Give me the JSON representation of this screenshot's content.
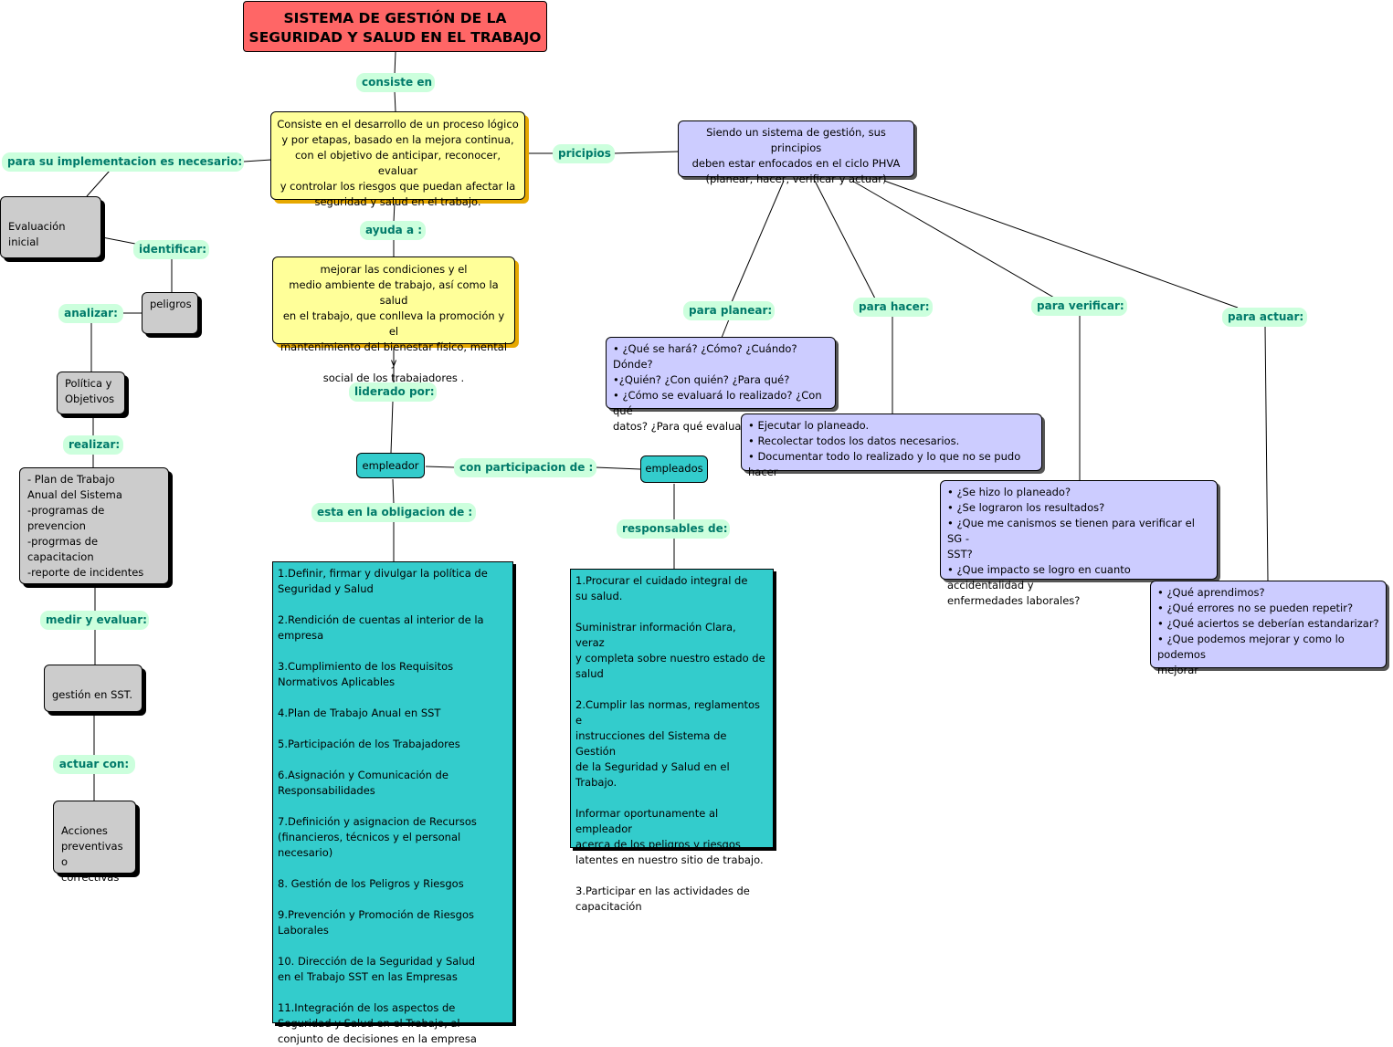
{
  "title": "SISTEMA DE GESTIÓN DE LA\nSEGURIDAD Y SALUD EN EL TRABAJO",
  "nodes": {
    "definition": "Consiste en el desarrollo de un proceso lógico\ny por etapas, basado en la mejora continua,\ncon el objetivo de anticipar, reconocer, evaluar\ny controlar los riesgos que puedan afectar la\nseguridad y salud en el trabajo.",
    "purpose": "mejorar las condiciones y el\nmedio ambiente de trabajo, así como la salud\nen el trabajo, que conlleva la promoción y el\nmantenimiento del bienestar físico, mental y\nsocial de los trabajadores .",
    "principles": "Siendo un sistema de gestión, sus principios\ndeben estar enfocados en el ciclo PHVA\n(planear, hacer, verificar y actuar)",
    "plan": "• ¿Qué se hará? ¿Cómo? ¿Cuándo? Dónde?\n•¿Quién? ¿Con quién? ¿Para qué?\n• ¿Cómo se evaluará lo realizado? ¿Con qué\ndatos? ¿Para qué evaluar?",
    "do": "• Ejecutar lo planeado.\n• Recolectar todos los datos necesarios.\n• Documentar todo lo realizado y lo que no se pudo hacer",
    "verify": "• ¿Se hizo lo planeado?\n• ¿Se lograron los resultados?\n• ¿Que me canismos se tienen para verificar el SG -\nSST?\n• ¿Que impacto se logro en cuanto accidentalidad y\nenfermedades laborales?",
    "act": "• ¿Qué aprendimos?\n• ¿Qué errores no se pueden repetir?\n• ¿Qué aciertos se deberían estandarizar?\n• ¿Que podemos mejorar y como lo podemos\nmejorar",
    "evaluacion": "Evaluación inicial",
    "peligros": "peligros",
    "politica": "Política y\nObjetivos",
    "plan_trabajo": "- Plan de Trabajo\nAnual del Sistema\n-programas de prevencion\n-progrmas de capacitacion\n-reporte de incidentes",
    "gestion": "gestión en SST.",
    "acciones": "Acciones\npreventivas o\ncorrectivas",
    "empleador": "empleador",
    "empleados": "empleados",
    "employer_duties": "1.Definir, firmar y divulgar la política de\nSeguridad y Salud\n\n2.Rendición de cuentas al interior de la\nempresa\n\n3.Cumplimiento de los Requisitos\nNormativos Aplicables\n\n4.Plan de Trabajo Anual en SST\n\n5.Participación de los Trabajadores\n\n6.Asignación y Comunicación de\nResponsabilidades\n\n7.Definición y asignacion de Recursos\n(financieros, técnicos y el personal necesario)\n\n8. Gestión de los Peligros y Riesgos\n\n9.Prevención y Promoción de Riesgos\nLaborales\n\n10. Dirección de la Seguridad y Salud\nen el Trabajo SST en las Empresas\n\n11.Integración de los aspectos de\nSeguridad y Salud en el Trabajo, al\nconjunto de decisiones en la empresa",
    "employee_duties": "1.Procurar el cuidado integral de\nsu salud.\n\nSuministrar información Clara, veraz\ny completa sobre nuestro estado de\nsalud\n\n2.Cumplir las normas, reglamentos e\ninstrucciones del Sistema de Gestión\nde la Seguridad y Salud en el Trabajo.\n\nInformar oportunamente al empleador\nacerca de los peligros y riesgos\nlatentes en nuestro sitio de trabajo.\n\n3.Participar en las actividades de\ncapacitación"
  },
  "links": {
    "consiste_en": "consiste en",
    "implementacion": "para su implementacion es necesario:",
    "principios": "pricipios",
    "ayuda": "ayuda a :",
    "liderado": "liderado por:",
    "participacion": "con participacion de :",
    "obligacion": "esta en la obligacion de :",
    "responsables": "responsables de:",
    "identificar": "identificar:",
    "analizar": "analizar:",
    "realizar": "realizar:",
    "medir": "medir y evaluar:",
    "actuar_con": "actuar con:",
    "planear": "para planear:",
    "hacer": "para hacer:",
    "verificar": "para verificar:",
    "actuar": "para actuar:"
  },
  "colors": {
    "title": "#ff6666",
    "yellow": "#ffff99",
    "gray": "#cccccc",
    "purple": "#ccccff",
    "teal": "#33cccc",
    "link_label_bg": "#ccffdd",
    "link_label_text": "#007a6a"
  }
}
